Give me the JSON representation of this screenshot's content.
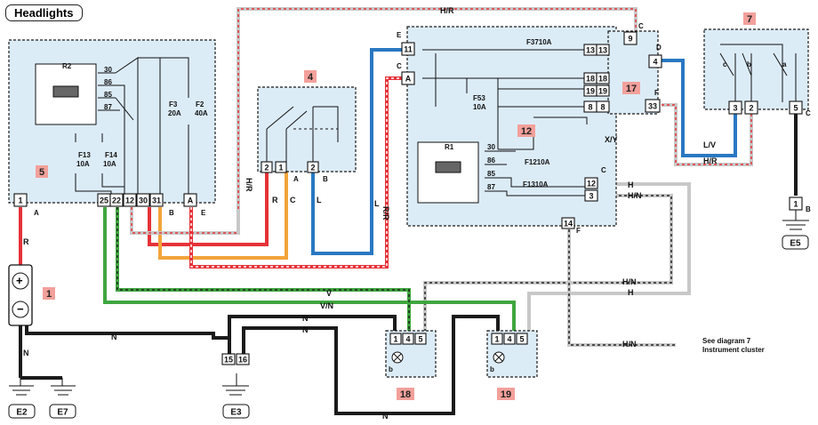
{
  "title": "Headlights",
  "components": {
    "c5": "5",
    "c4": "4",
    "c12": "12",
    "c17": "17",
    "c7": "7",
    "c1": "1",
    "c18": "18",
    "c19": "19"
  },
  "grounds": {
    "e2": "E2",
    "e7": "E7",
    "e3": "E3",
    "e5": "E5"
  },
  "relay_r2": {
    "name": "R2",
    "pins": [
      "30",
      "86",
      "85",
      "87"
    ]
  },
  "relay_r1": {
    "name": "R1",
    "pins": [
      "30",
      "86",
      "85",
      "87"
    ]
  },
  "fuses": {
    "f3": "F3",
    "f3_rating": "20A",
    "f2": "F2",
    "f2_rating": "40A",
    "f13": "F13",
    "f13_rating": "10A",
    "f14": "F14",
    "f14_rating": "10A",
    "f53": "F53",
    "f53_rating": "10A",
    "f3710": "F3710A",
    "f1210": "F1210A",
    "f1310": "F1310A"
  },
  "pins_c5": [
    "1",
    "25",
    "22",
    "12",
    "30",
    "31",
    "A"
  ],
  "pins_c5_letters": [
    "A",
    "B",
    "E"
  ],
  "pins_c4": [
    "2",
    "1",
    "2"
  ],
  "pins_c4_letters": [
    "A",
    "B"
  ],
  "pins_c12_left": [
    "11",
    "A"
  ],
  "pins_c12_left_letters": [
    "E",
    "C"
  ],
  "pins_c12_right": [
    "13",
    "13",
    "18",
    "18",
    "19",
    "19",
    "8",
    "8"
  ],
  "pins_c12_bottom": [
    "12",
    "3",
    "14"
  ],
  "pins_c12_letters": [
    "C",
    "F"
  ],
  "pins_c17": [
    "9",
    "4",
    "33"
  ],
  "pins_c17_letters": [
    "C",
    "D",
    "F"
  ],
  "pins_c7": [
    "3",
    "2",
    "5"
  ],
  "pins_c7_letters": [
    "c",
    "b",
    "a",
    "C"
  ],
  "pins_c18": [
    "1",
    "4",
    "5"
  ],
  "pins_c19": [
    "1",
    "4",
    "5"
  ],
  "pins_e3": [
    "15",
    "16"
  ],
  "pins_e5": [
    "1"
  ],
  "pin_e5_letter": "B",
  "pin_b_letter": "b",
  "wire_labels": {
    "hr_top": "H/R",
    "hr_vert": "H/R",
    "r": "R",
    "c": "C",
    "l": "L",
    "l2": "L",
    "rr": "R/R",
    "lv": "L/V",
    "hr_right": "H/R",
    "xy": "X/Y",
    "h": "H",
    "hn": "H/N",
    "v": "V",
    "vn": "V/N",
    "n": "N",
    "hn2": "H/N",
    "h2": "H",
    "hn3": "H/N"
  },
  "note": "See diagram 7\nInstrument cluster"
}
